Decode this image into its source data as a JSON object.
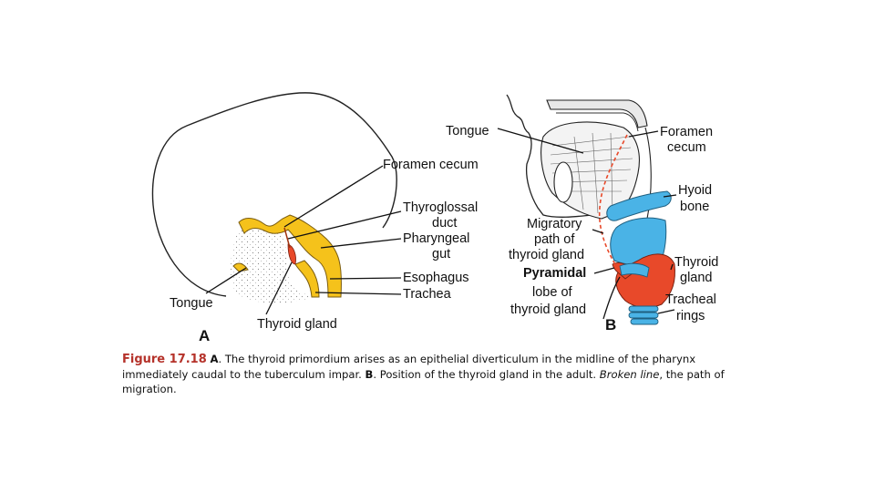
{
  "panel_a": {
    "letter": "A",
    "labels": {
      "foramen_cecum": "Foramen cecum",
      "thyroglossal_duct_1": "Thyroglossal",
      "thyroglossal_duct_2": "duct",
      "pharyngeal_gut_1": "Pharyngeal",
      "pharyngeal_gut_2": "gut",
      "esophagus": "Esophagus",
      "trachea": "Trachea",
      "tongue": "Tongue",
      "thyroid_gland": "Thyroid gland"
    }
  },
  "panel_b": {
    "letter": "B",
    "labels": {
      "tongue": "Tongue",
      "foramen_cecum_1": "Foramen",
      "foramen_cecum_2": "cecum",
      "hyoid_bone_1": "Hyoid",
      "hyoid_bone_2": "bone",
      "migratory_1": "Migratory",
      "migratory_2": "path of",
      "migratory_3": "thyroid gland",
      "thyroid_gland_1": "Thyroid",
      "thyroid_gland_2": "gland",
      "pyramidal_1": "Pyramidal",
      "pyramidal_2": "lobe of",
      "pyramidal_3": "thyroid gland",
      "tracheal_rings_1": "Tracheal",
      "tracheal_rings_2": "rings"
    }
  },
  "caption": {
    "figure_number": "Figure 17.18",
    "a_label": "A",
    "a_text": ". The thyroid primordium arises as an epithelial diverticulum in the midline of the pharynx immediately caudal to the tuberculum impar. ",
    "b_label": "B",
    "b_text": ". Position of the thyroid gland in the adult. ",
    "broken_line": "Broken line",
    "end_text": ", the path of migration."
  },
  "colors": {
    "yellow": "#f5c21b",
    "blue": "#4ab3e6",
    "red": "#e8492a",
    "caption_red": "#b5322a"
  }
}
